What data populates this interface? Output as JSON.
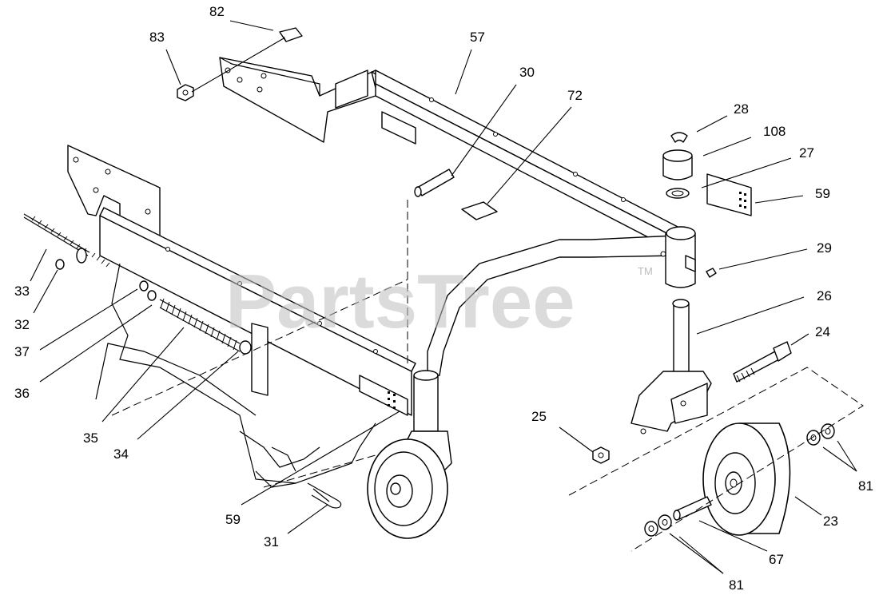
{
  "watermark": {
    "text": "PartsTree",
    "trademark": "TM"
  },
  "callouts": [
    "82",
    "83",
    "57",
    "30",
    "72",
    "28",
    "108",
    "27",
    "59",
    "29",
    "26",
    "24",
    "33",
    "32",
    "37",
    "36",
    "35",
    "34",
    "25",
    "81",
    "23",
    "67",
    "81",
    "59",
    "31"
  ],
  "colors": {
    "line": "#000000",
    "background": "#ffffff",
    "watermark": "#bdbdbd"
  }
}
